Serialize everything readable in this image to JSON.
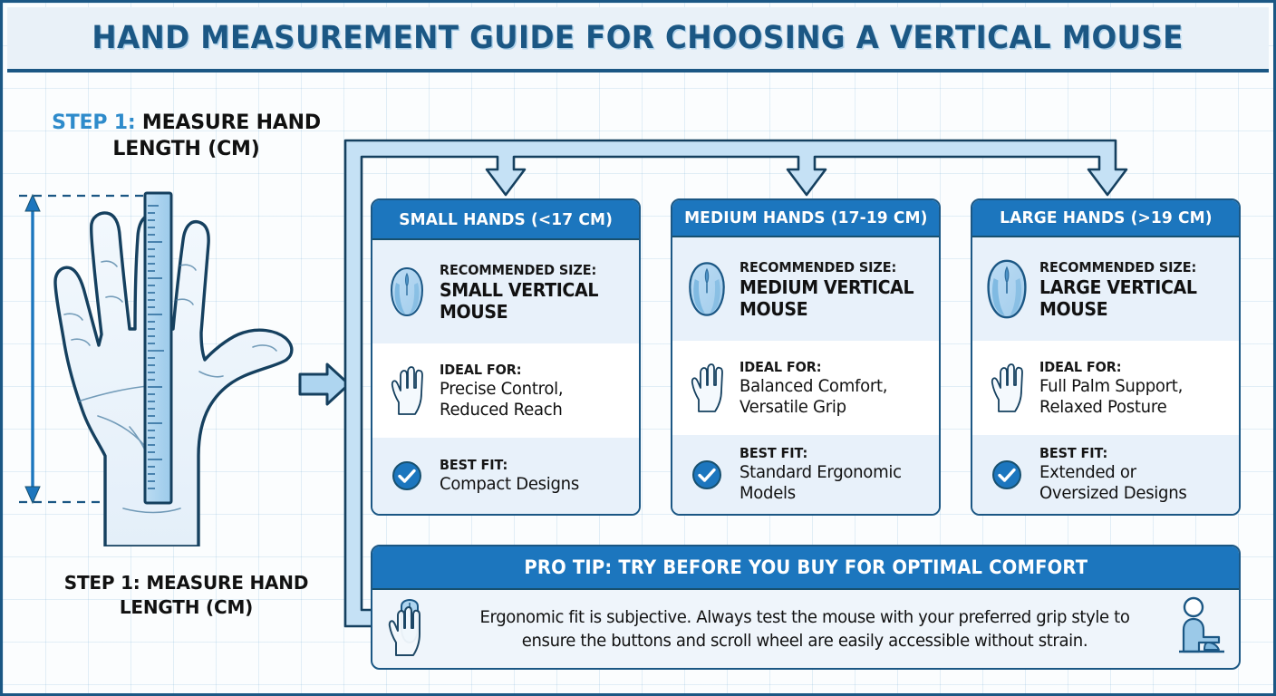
{
  "header": {
    "title": "HAND MEASUREMENT GUIDE FOR CHOOSING A VERTICAL MOUSE"
  },
  "step": {
    "heading_accent": "STEP 1:",
    "heading_rest": " MEASURE HAND LENGTH (CM)",
    "caption": "STEP 1: MEASURE HAND LENGTH (CM)",
    "illustration_icon": "hand-with-ruler-illustration",
    "dimension_arrow_icon": "vertical-dimension-arrow-icon",
    "flow_arrow_icon": "right-arrow-icon"
  },
  "cards": [
    {
      "header": "SMALL HANDS (<17 CM)",
      "rows": [
        {
          "icon": "vertical-mouse-icon",
          "label": "RECOMMENDED SIZE:",
          "value": "SMALL VERTICAL MOUSE",
          "style": "strong"
        },
        {
          "icon": "open-hand-icon",
          "label": "IDEAL FOR:",
          "value": "Precise Control, Reduced Reach",
          "style": "light"
        },
        {
          "icon": "check-circle-icon",
          "label": "BEST FIT:",
          "value": "Compact Designs",
          "style": "light"
        }
      ]
    },
    {
      "header": "MEDIUM HANDS (17-19 CM)",
      "rows": [
        {
          "icon": "vertical-mouse-icon",
          "label": "RECOMMENDED SIZE:",
          "value": "MEDIUM VERTICAL MOUSE",
          "style": "strong"
        },
        {
          "icon": "open-hand-icon",
          "label": "IDEAL FOR:",
          "value": "Balanced Comfort, Versatile Grip",
          "style": "light"
        },
        {
          "icon": "check-circle-icon",
          "label": "BEST FIT:",
          "value": "Standard Ergonomic Models",
          "style": "light"
        }
      ]
    },
    {
      "header": "LARGE HANDS (>19 CM)",
      "rows": [
        {
          "icon": "vertical-mouse-icon",
          "label": "RECOMMENDED SIZE:",
          "value": "LARGE VERTICAL MOUSE",
          "style": "strong"
        },
        {
          "icon": "open-hand-icon",
          "label": "IDEAL FOR:",
          "value": "Full Palm Support, Relaxed Posture",
          "style": "light"
        },
        {
          "icon": "check-circle-icon",
          "label": "BEST FIT:",
          "value": "Extended or Oversized Designs",
          "style": "light"
        }
      ]
    }
  ],
  "protip": {
    "header": "PRO TIP: TRY BEFORE YOU BUY FOR OPTIMAL COMFORT",
    "body": "Ergonomic fit is subjective. Always test the mouse with your preferred grip style to ensure the buttons and scroll wheel are easily accessible without strain.",
    "left_icon": "hand-on-mouse-icon",
    "right_icon": "person-at-desk-icon"
  },
  "colors": {
    "brand_dark": "#1B5784",
    "brand_blue": "#1C76BE",
    "accent_blue": "#2E8BCB",
    "tint": "#E8F1FA",
    "header_band": "#E9F1F8",
    "page_bg": "#FBFDFE"
  }
}
